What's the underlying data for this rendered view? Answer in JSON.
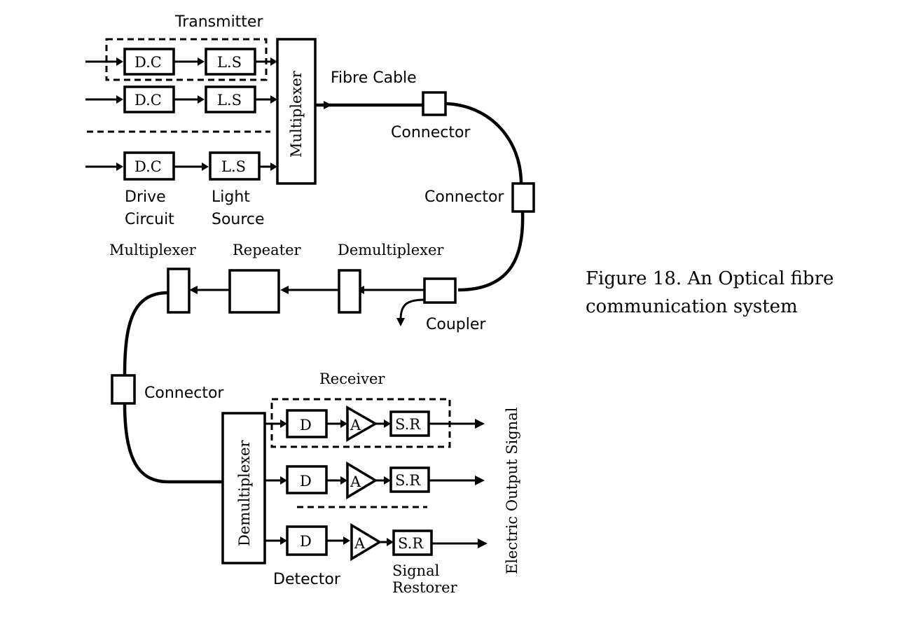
{
  "labels": {
    "transmitter": "Transmitter",
    "multiplexer_tx": "Multiplexer",
    "fibre_cable": "Fibre Cable",
    "connector_1": "Connector",
    "connector_2": "Connector",
    "connector_3": "Connector",
    "drive_circuit_1": "Drive",
    "drive_circuit_2": "Circuit",
    "light_source_1": "Light",
    "light_source_2": "Source",
    "multiplexer_rep": "Multiplexer",
    "repeater": "Repeater",
    "demultiplexer_rep": "Demultiplexer",
    "coupler": "Coupler",
    "receiver": "Receiver",
    "demultiplexer_rx": "Demultiplexer",
    "detector": "Detector",
    "signal_restorer_1": "Signal",
    "signal_restorer_2": "Restorer",
    "electric_output": "Electric Output Signal"
  },
  "blocks": {
    "dc": "D.C",
    "ls": "L.S",
    "d": "D",
    "a": "A",
    "sr": "S.R"
  },
  "caption": {
    "line1": "Figure 18. An Optical fibre",
    "line2": "communication system"
  }
}
